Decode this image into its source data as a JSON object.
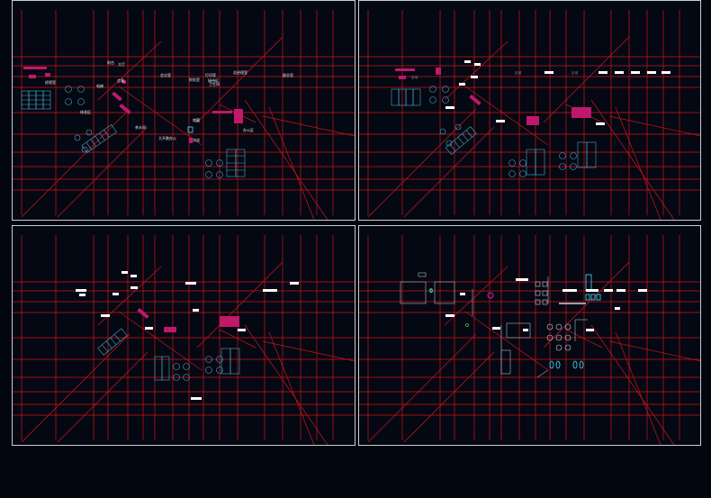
{
  "colors": {
    "background": "#03050f",
    "viewport_border": "#c8ccd6",
    "grid_line": "#d0141c",
    "furniture_magenta": "#c0186a",
    "chair_cyan": "#4aa8c8",
    "cyan_accent": "#44e0ff",
    "tag_white": "#ffffff",
    "wall_grey": "#9aa0aa"
  },
  "viewports": [
    {
      "id": "layout-plan",
      "labels": [
        {
          "text": "前台"
        },
        {
          "text": "大厅"
        },
        {
          "text": "会客"
        },
        {
          "text": "电梯"
        },
        {
          "text": "会议室"
        },
        {
          "text": "财务室"
        },
        {
          "text": "打印室"
        },
        {
          "text": "总经理室"
        },
        {
          "text": "副总室"
        },
        {
          "text": "接待区"
        },
        {
          "text": "茶水间"
        },
        {
          "text": "大开敞办公"
        },
        {
          "text": "休息区"
        },
        {
          "text": "办公区"
        },
        {
          "text": "储藏"
        },
        {
          "text": "洽谈"
        },
        {
          "text": "经理室"
        },
        {
          "text": "卫生间"
        }
      ]
    },
    {
      "id": "ceiling-plan",
      "labels": [
        {
          "text": "区域"
        },
        {
          "text": "区域"
        },
        {
          "text": "区域"
        }
      ]
    },
    {
      "id": "lighting-plan",
      "labels": []
    },
    {
      "id": "furniture-plan",
      "labels": []
    }
  ]
}
